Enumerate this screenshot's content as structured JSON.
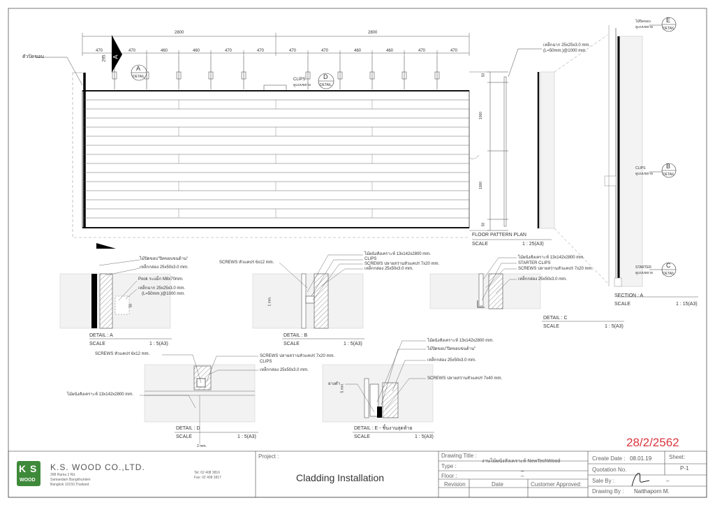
{
  "dimensions": {
    "top_spans": [
      "2800",
      "2800"
    ],
    "spacing": [
      "470",
      "470",
      "460",
      "460",
      "470",
      "470",
      "470",
      "470",
      "460",
      "460",
      "470",
      "470"
    ],
    "small_labels": [
      "295",
      "A"
    ]
  },
  "callouts": {
    "edge_pole": "ตัวปิดขอบ",
    "clips_top": "CLIPS",
    "clips_top_sub": "ดูแบบขยาย",
    "detail_tags": {
      "a": {
        "letter": "A",
        "label": "DETAIL"
      },
      "b": {
        "letter": "B",
        "label": "DETAIL"
      },
      "c": {
        "letter": "C",
        "label": "DETAIL"
      },
      "d": {
        "letter": "D",
        "label": "DETAIL"
      },
      "e": {
        "letter": "E",
        "label": "DETAIL"
      }
    },
    "section_steel": [
      "เหล็กฉาก 25x25x3.0 mm.",
      "(L=50mm.)@1000 mm."
    ],
    "section_e": [
      "ไม้ปิดขอบ",
      "ดูแบบขยาย"
    ],
    "section_b": [
      "CLIPS",
      "ดูแบบขยาย"
    ],
    "section_c": [
      "STARTER",
      "ดูแบบขยาย"
    ],
    "section_dims": [
      "50",
      "1000",
      "1000",
      "50"
    ]
  },
  "plan": {
    "title": "FLOOR PATTERN PLAN",
    "scale_label": "SCALE",
    "scale_value": "1 : 25(A3)"
  },
  "section_a": {
    "title": "SECTION : A",
    "scale_label": "SCALE",
    "scale_value": "1 : 15(A3)"
  },
  "detail_a": {
    "notes": [
      "ไม้ปิดขอบ\"ปิดขอบขนด้าน\"",
      "เหล็กกล่อง 25x50x3.0 mm.",
      "Pook ระแม็ก M8x70mm.",
      "เหล็กฉาก 25x25x3.0 mm.",
      "(L=50mm.)@1000 mm."
    ],
    "dim": "50",
    "title": "DETAIL : A",
    "scale_label": "SCALE",
    "scale_value": "1 : 5(A3)"
  },
  "detail_b": {
    "notes": [
      "SCREWS หัวแคปร่ 6x12 mm.",
      "ไม้ผนังสังเคราะห์ 13x142x2800 mm.",
      "CLIPS",
      "SCREWS ปลายสว่านหัวแคปร่ 7x20 mm.",
      "เหล็กกล่อง 25x50x3.0 mm."
    ],
    "dim": "1 mm.",
    "title": "DETAIL : B",
    "scale_label": "SCALE",
    "scale_value": "1 : 5(A3)"
  },
  "detail_c": {
    "notes": [
      "ไม้ผนังสังเคราะห์ 13x142x2800 mm.",
      "STARTER CLIPS",
      "SCREWS ปลายสว่านหัวแคปร่ 7x20 mm.",
      "เหล็กกล่อง 25x50x3.0 mm."
    ],
    "title": "DETAIL : C",
    "scale_label": "SCALE",
    "scale_value": "1 : 5(A3)"
  },
  "detail_d": {
    "notes": [
      "SCREWS หัวแคปร่ 6x12 mm.",
      "SCREWS ปลายสว่านหัวแคปร่ 7x20 mm.",
      "CLIPS",
      "เหล็กกล่อง 25x50x3.0 mm.",
      "ไม้ผนังสังเคราะห์ 13x142x2800 mm."
    ],
    "dim": "2 mm.",
    "title": "DETAIL : D",
    "scale_label": "SCALE",
    "scale_value": "1 : 5(A3)"
  },
  "detail_e": {
    "notes": [
      "ไม้ผนังสังเคราะห์ 13x142x2800 mm.",
      "ไม้ปิดขอบ\"ปิดขอบขนด้าน\"",
      "เหล็กกล่อง 25x50x3.0 mm.",
      "ยางดำ",
      "SCREWS ปลายสว่านหัวแคปร่ 7x40 mm."
    ],
    "dim": "5 mm.",
    "title": "DETAIL : E - ชิ้นงานสุดท้าย",
    "scale_label": "SCALE",
    "scale_value": "1 : 5(A3)"
  },
  "stamp_date": "28/2/2562",
  "title_block": {
    "company": "K.S. WOOD CO.,LTD.",
    "address": [
      "398 Rama 2 Rd.",
      "Samaedam Bangkhuntien",
      "Bangkok 10150,Thailand."
    ],
    "tel": "Tel: 02 408 3816",
    "fax": "Fax: 02 408 3817",
    "logo_letters": "K S",
    "logo_word": "WOOD",
    "project_label": "Project :",
    "project_value": "Cladding Installation",
    "drawing_title_label": "Drawing Title :",
    "drawing_title_value": "งานไม้ผนังสังเคราะห์ NewTechWood",
    "type_label": "Type :",
    "type_value": "–",
    "floor_label": "Floor :",
    "floor_value": "–",
    "revision_label": "Revision",
    "date_label": "Date",
    "customer_label": "Customer Approved:",
    "create_date_label": "Create Date :",
    "create_date_value": "08.01.19",
    "quotation_label": "Quotation No.",
    "sale_label": "Sale By :",
    "sale_value": "–",
    "drawing_by_label": "Drawing By :",
    "drawing_by_value": "Natthaporn M.",
    "sheet_label": "Sheet:",
    "sheet_value": "P-1"
  },
  "colors": {
    "stamp": "#d9363e",
    "logo": "#3f8a3a"
  }
}
